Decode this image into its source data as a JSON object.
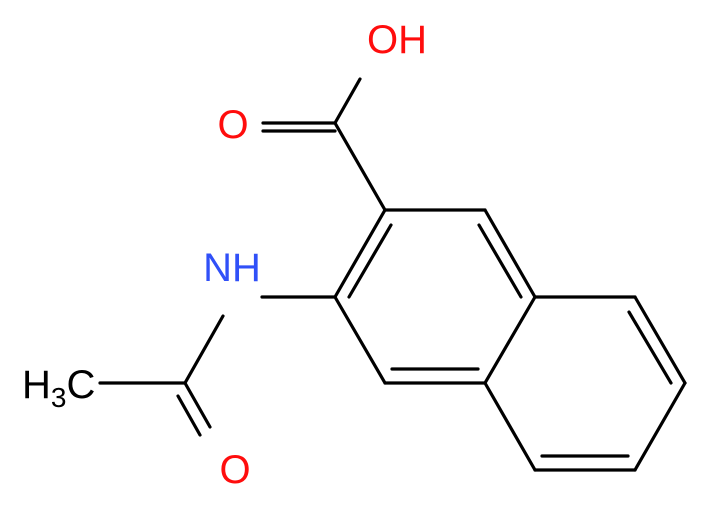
{
  "atoms": {
    "hydroxyl": "OH",
    "carbonyl_oxygen_acid": "O",
    "amide_nitrogen": "NH",
    "methyl_main": "H",
    "methyl_subscript": "3",
    "methyl_carbon": "C",
    "carbonyl_oxygen_amide": "O"
  },
  "colors": {
    "oxygen": "#ff0d0d",
    "nitrogen": "#3050f8",
    "carbon_and_bonds": "#000000"
  }
}
